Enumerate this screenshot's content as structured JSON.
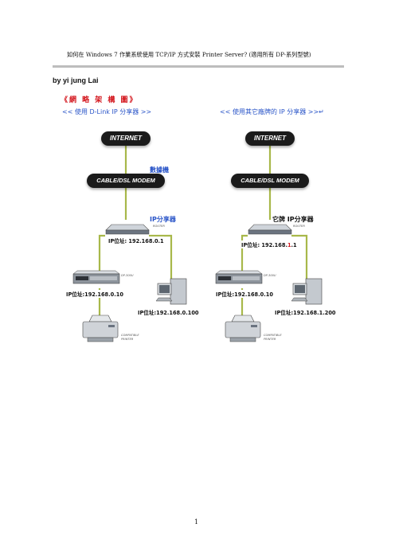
{
  "header": {
    "title": "如何在 Windows 7 作業系統使用 TCP/IP 方式安裝 Printer Server? (適用所有 DP-系列型號)"
  },
  "byline": "by yi jung Lai",
  "section_title": "《網 略 架 構 圖》",
  "left_diagram": {
    "heading": "<< 使用 D-Link IP 分享器 >>",
    "internet": "INTERNET",
    "modem": "CABLE/DSL MODEM",
    "modem_note": "數據機",
    "router_note": "IP分享器",
    "router_tiny": "ROUTER",
    "router_ip": "IP位址: 192.168.0.1",
    "printserver_tiny": "DP-300U",
    "printserver_ip": "IP位址:192.168.0.10",
    "pc_ip": "IP位址:192.168.0.100",
    "printer_tiny": "COMPATIBLE PRINTER"
  },
  "right_diagram": {
    "heading": "<< 使用其它廠牌的 IP 分享器 >>↵",
    "internet": "INTERNET",
    "modem": "CABLE/DSL MODEM",
    "router_note": "它牌 IP分享器",
    "router_tiny": "ROUTER",
    "router_ip_prefix": "IP位址: 192.168.",
    "router_ip_highlight": "1",
    "router_ip_suffix": ".1",
    "printserver_tiny": "DP-300U",
    "printserver_ip": "IP位址:192.168.0.10",
    "pc_ip": "IP位址:192.168.1.200",
    "printer_tiny": "COMPATIBLE PRINTER"
  },
  "page_number": "1",
  "colors": {
    "link": "#2a55c8",
    "heading_red": "#d4181f",
    "cable": "#a8b84a"
  }
}
